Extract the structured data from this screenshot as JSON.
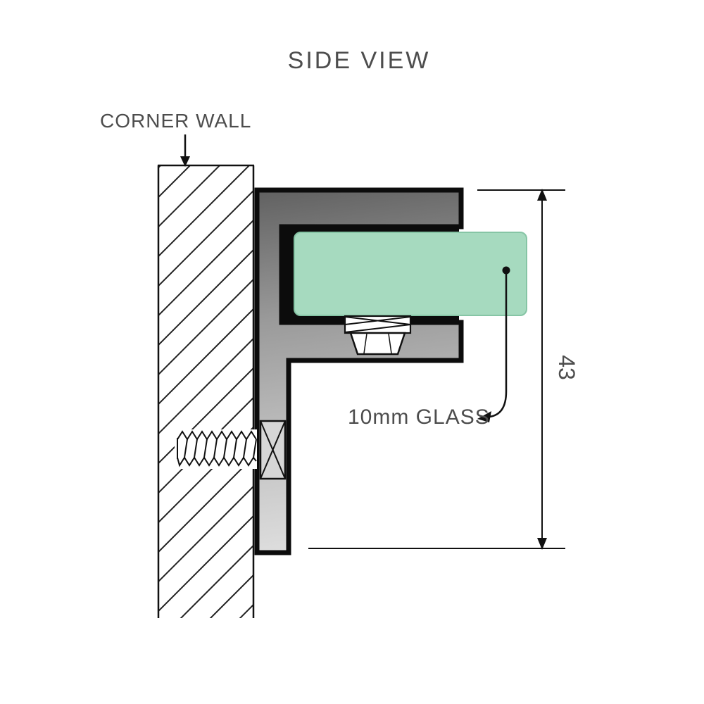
{
  "title": "SIDE VIEW",
  "wall": {
    "label": "CORNER WALL"
  },
  "glass": {
    "label": "10mm GLASS",
    "thickness_text": "10mm"
  },
  "dimension": {
    "value": "43"
  },
  "icons": {
    "down_arrow": "corner-wall-pointer",
    "leader_arrow": "glass-leader-pointer",
    "dimension_arrows": "dimension-extent-pointers"
  },
  "colors": {
    "background": "#ffffff",
    "text": "#4d4d4d",
    "line": "#111111",
    "glass_fill": "#a6dabf",
    "glass_edge": "#86c5a5",
    "metal_dark": "#696969",
    "metal_mid": "#a8a8a8",
    "metal_light": "#dcdcdc",
    "channel_black": "#0c0c0c"
  }
}
